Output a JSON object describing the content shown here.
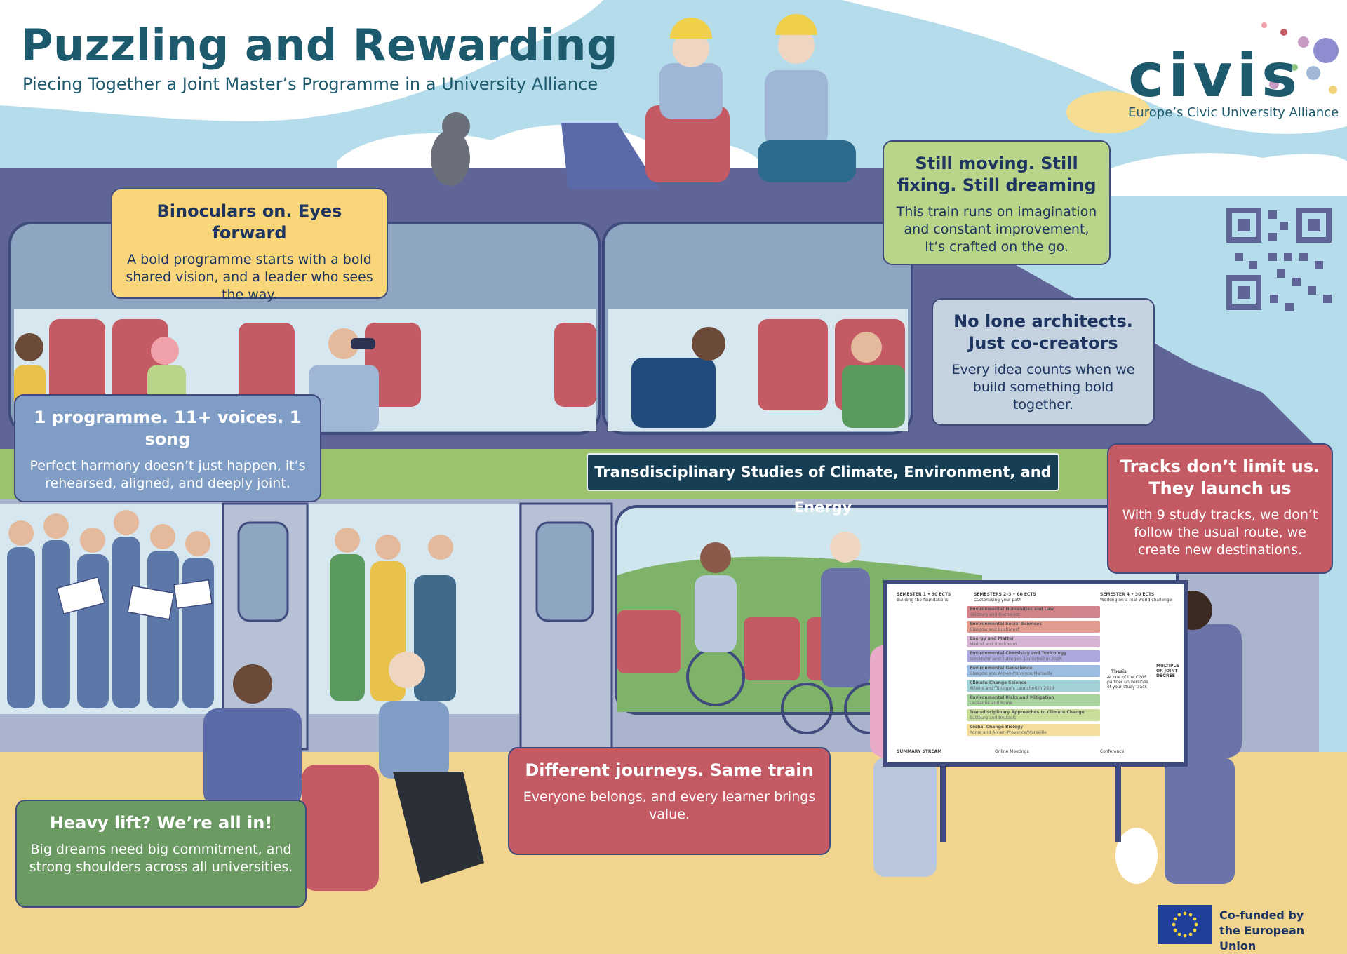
{
  "header": {
    "title": "Puzzling and Rewarding",
    "subtitle": "Piecing Together a Joint Master’s Programme in a University Alliance"
  },
  "logo": {
    "wordmark": "civis",
    "tagline": "Europe’s Civic University Alliance"
  },
  "train_banner": "Transdisciplinary Studies of Climate, Environment, and Energy",
  "callouts": [
    {
      "id": "binoculars",
      "title": "Binoculars on. Eyes forward",
      "body": "A bold programme starts with a bold shared vision, and a leader who sees the way.",
      "color": "#f9d67a"
    },
    {
      "id": "still-moving",
      "title": "Still moving. Still fixing. Still dreaming",
      "body": "This train runs on imagination and constant improvement, It’s crafted on the go.",
      "color": "#b9d589"
    },
    {
      "id": "no-lone",
      "title": "No lone architects. Just co-creators",
      "body": "Every idea counts when we build something bold together.",
      "color": "#c5d3e0"
    },
    {
      "id": "one-programme",
      "title": "1 programme. 11+ voices. 1 song",
      "body": "Perfect harmony doesn’t just happen, it’s rehearsed, aligned, and deeply joint.",
      "color": "#7f9dc5"
    },
    {
      "id": "tracks",
      "title": "Tracks don’t limit us. They launch us",
      "body": "With 9 study tracks, we don’t follow the usual route, we create new destinations.",
      "color": "#c45a64"
    },
    {
      "id": "different",
      "title": "Different journeys. Same train",
      "body": "Everyone belongs, and every learner brings value.",
      "color": "#c45a64"
    },
    {
      "id": "heavy-lift",
      "title": "Heavy lift? We’re all in!",
      "body": "Big dreams need big commitment, and strong shoulders across all universities.",
      "color": "#6b9a63"
    }
  ],
  "board": {
    "col1": "SEMESTER 1 • 30 ECTS",
    "col1_sub": "Building the foundations",
    "col2": "SEMESTERS 2–3 • 60 ECTS",
    "col2_sub": "Customising your path",
    "col3": "SEMESTER 4 • 30 ECTS",
    "col3_sub": "Working on a real-world challenge",
    "tracks": [
      {
        "name": "Environmental Humanities and Law",
        "place": "Salzburg and Bucharest",
        "color": "#c45a64"
      },
      {
        "name": "Environmental Social Sciences",
        "place": "Glasgow and Bucharest",
        "color": "#d97a6a"
      },
      {
        "name": "Energy and Matter",
        "place": "Madrid and Stockholm",
        "color": "#c79ac4"
      },
      {
        "name": "Environmental Chemistry and Toxicology",
        "place": "Stockholm and Tübingen. Launched in 2026",
        "color": "#8f8ccf"
      },
      {
        "name": "Environmental Geoscience",
        "place": "Glasgow and Aix-en-Provence/Marseille",
        "color": "#7ca8d8"
      },
      {
        "name": "Climate Change Science",
        "place": "Athens and Tübingen. Launched in 2026",
        "color": "#84c2c9"
      },
      {
        "name": "Environmental Risks and Mitigation",
        "place": "Lausanne and Rome",
        "color": "#8cc27d"
      },
      {
        "name": "Transdisciplinary Approaches to Climate Change",
        "place": "Salzburg and Brussels",
        "color": "#b7d27a"
      },
      {
        "name": "Global Change Biology",
        "place": "Rome and Aix-en-Provence/Marseille",
        "color": "#f0d37a"
      }
    ],
    "thesis": "Thesis",
    "thesis_body": "At one of the CIVIS partner universities of your study track",
    "degree": "MULTIPLE OR JOINT DEGREE",
    "footer_left": "SUMMARY STREAM",
    "footer_mid": "Online Meetings",
    "footer_right": "Conference"
  },
  "funding": {
    "line1": "Co-funded by",
    "line2": "the European Union"
  },
  "colors": {
    "sky": "#b5dcea",
    "train_body": "#5f6596",
    "train_light": "#aab5cd",
    "stripe": "#9cc36c",
    "platform": "#f1d58e",
    "title": "#1d5a6e"
  }
}
